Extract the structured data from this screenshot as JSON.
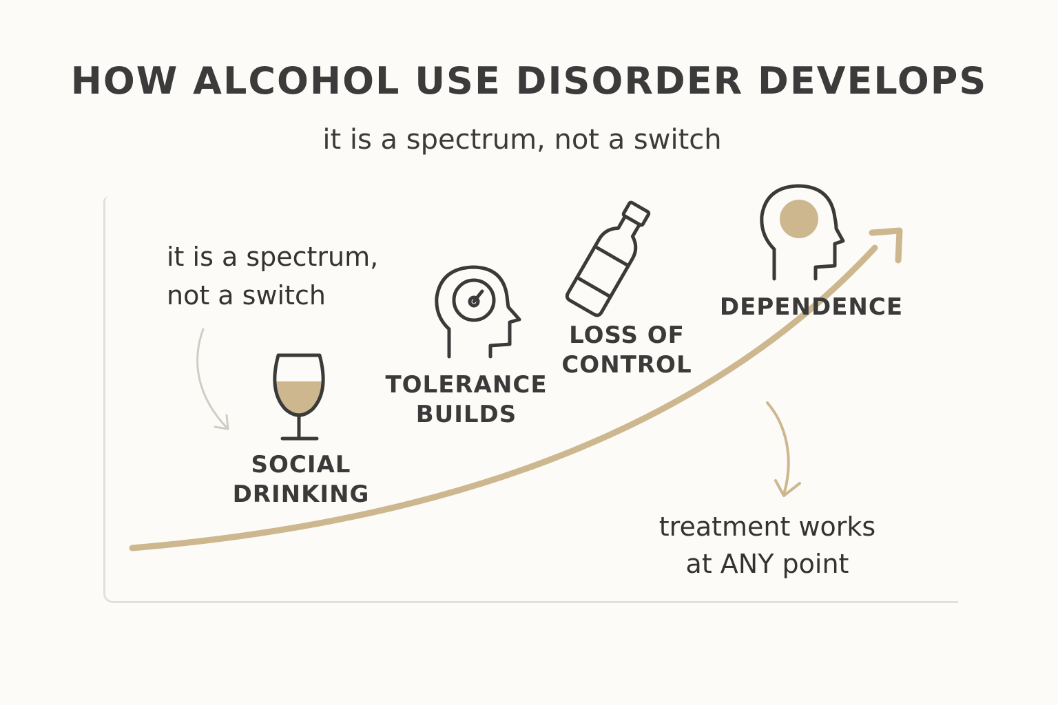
{
  "header": {
    "title": "HOW ALCOHOL USE DISORDER DEVELOPS",
    "subtitle": "it is a spectrum, not a switch"
  },
  "side_note": {
    "line1": "it is a spectrum,",
    "line2": "not a switch"
  },
  "stages": [
    {
      "line1": "SOCIAL",
      "line2": "DRINKING",
      "icon": "wine-glass-icon"
    },
    {
      "line1": "TOLERANCE",
      "line2": "BUILDS",
      "icon": "head-gauge-icon"
    },
    {
      "line1": "LOSS OF",
      "line2": "CONTROL",
      "icon": "bottle-icon"
    },
    {
      "line1": "DEPENDENCE",
      "line2": "",
      "icon": "head-brain-icon"
    }
  ],
  "treatment_note": {
    "line1": "treatment works",
    "line2": "at ANY point"
  },
  "colors": {
    "accent": "#cdb78f",
    "icon_stroke": "#3a3a3a",
    "frame": "#e2e0da",
    "background": "#fcfbf7"
  }
}
